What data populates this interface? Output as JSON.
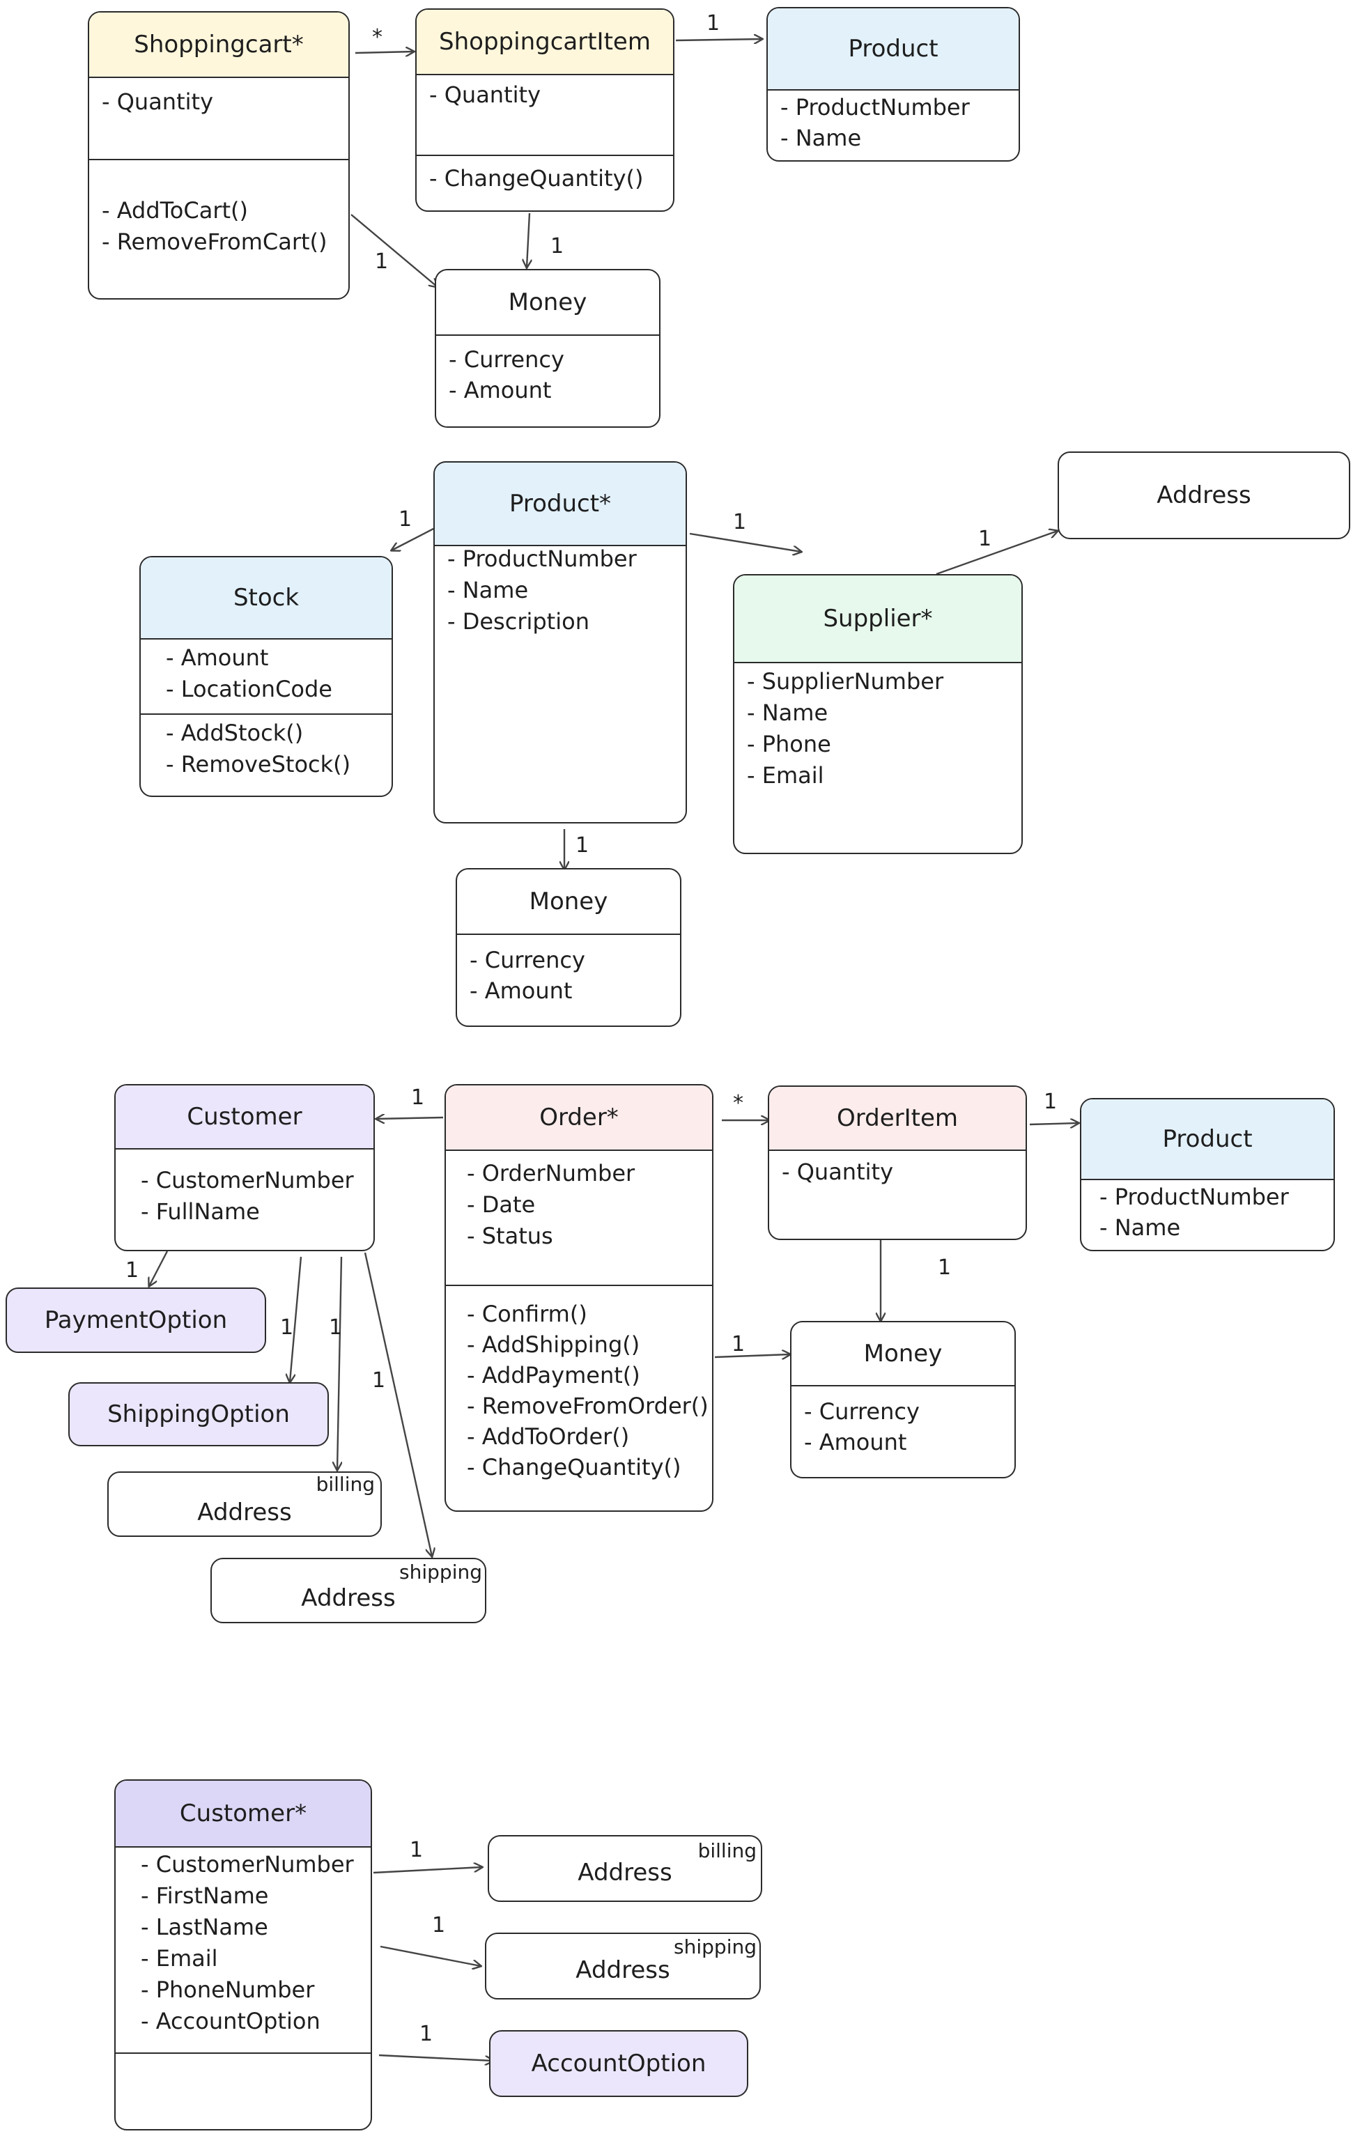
{
  "diagrams": {
    "cart": {
      "shoppingcart": {
        "title": "Shoppingcart*",
        "attrs": [
          "- Quantity"
        ],
        "ops": [
          "- AddToCart()",
          "- RemoveFromCart()"
        ]
      },
      "cartitem": {
        "title": "ShoppingcartItem",
        "attrs": [
          "- Quantity"
        ],
        "ops": [
          "- ChangeQuantity()"
        ]
      },
      "product": {
        "title": "Product",
        "attrs": [
          "- ProductNumber",
          "- Name"
        ]
      },
      "money": {
        "title": "Money",
        "attrs": [
          "- Currency",
          "- Amount"
        ]
      },
      "mults": {
        "cart_item": "*",
        "item_product": "1",
        "item_money": "1",
        "cart_money": "1"
      }
    },
    "product": {
      "product": {
        "title": "Product*",
        "attrs": [
          "- ProductNumber",
          "- Name",
          "- Description"
        ]
      },
      "stock": {
        "title": "Stock",
        "attrs": [
          "- Amount",
          "- LocationCode"
        ],
        "ops": [
          "- AddStock()",
          "- RemoveStock()"
        ]
      },
      "supplier": {
        "title": "Supplier*",
        "attrs": [
          "- SupplierNumber",
          "- Name",
          "- Phone",
          "- Email"
        ]
      },
      "address": {
        "title": "Address"
      },
      "money": {
        "title": "Money",
        "attrs": [
          "- Currency",
          "- Amount"
        ]
      },
      "mults": {
        "product_stock": "1",
        "product_supplier": "1",
        "supplier_address": "1",
        "product_money": "1"
      }
    },
    "order": {
      "customer": {
        "title": "Customer",
        "attrs": [
          "- CustomerNumber",
          "- FullName"
        ]
      },
      "order": {
        "title": "Order*",
        "attrs": [
          "- OrderNumber",
          "- Date",
          "- Status"
        ],
        "ops": [
          "- Confirm()",
          "- AddShipping()",
          "- AddPayment()",
          "- RemoveFromOrder()",
          "- AddToOrder()",
          "- ChangeQuantity()"
        ]
      },
      "orderitem": {
        "title": "OrderItem",
        "attrs": [
          "- Quantity"
        ]
      },
      "product": {
        "title": "Product",
        "attrs": [
          "- ProductNumber",
          "- Name"
        ]
      },
      "money": {
        "title": "Money",
        "attrs": [
          "- Currency",
          "- Amount"
        ]
      },
      "payment": {
        "title": "PaymentOption"
      },
      "shipping": {
        "title": "ShippingOption"
      },
      "address_billing": {
        "title": "Address",
        "sup": "billing"
      },
      "address_shipping": {
        "title": "Address",
        "sup": "shipping"
      },
      "mults": {
        "order_customer": "1",
        "order_item": "*",
        "item_product": "1",
        "item_money": "1",
        "order_money": "1",
        "cust_payment": "1",
        "cust_shipping": "1",
        "cust_billing": "1",
        "cust_shipaddr": "1"
      }
    },
    "customer": {
      "customer": {
        "title": "Customer*",
        "attrs": [
          "- CustomerNumber",
          "- FirstName",
          "- LastName",
          "- Email",
          "- PhoneNumber",
          "- AccountOption"
        ]
      },
      "address_billing": {
        "title": "Address",
        "sup": "billing"
      },
      "address_shipping": {
        "title": "Address",
        "sup": "shipping"
      },
      "account": {
        "title": "AccountOption"
      },
      "mults": {
        "billing": "1",
        "shipping": "1",
        "account": "1"
      }
    }
  }
}
